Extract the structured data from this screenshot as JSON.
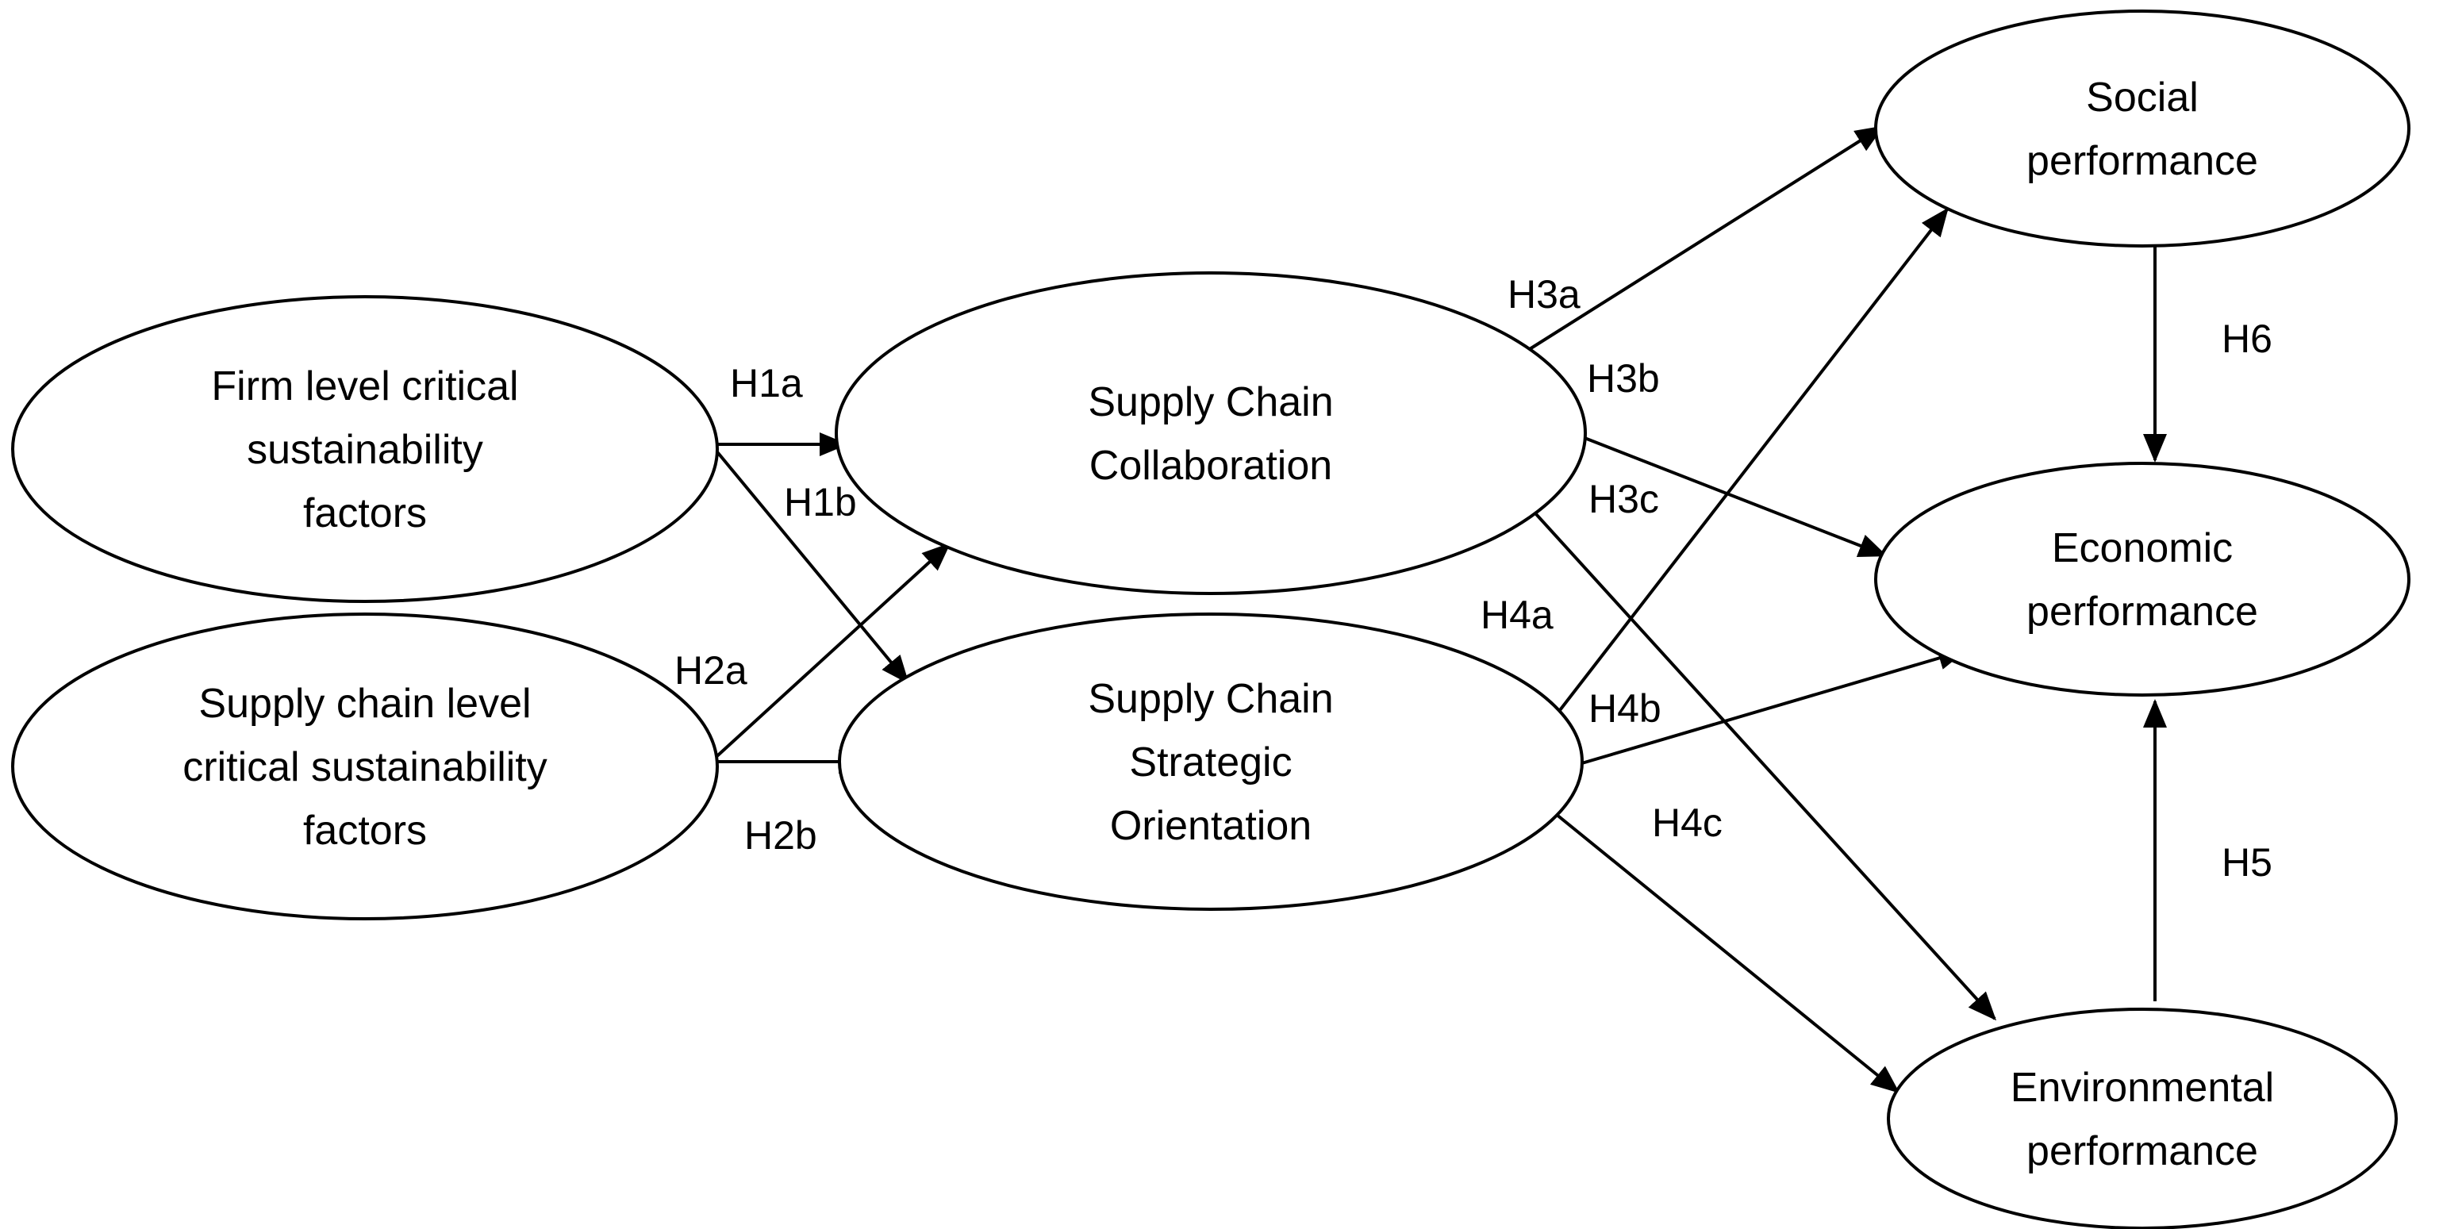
{
  "nodes": {
    "firm": {
      "lines": [
        "Firm level critical",
        "sustainability",
        "factors"
      ]
    },
    "sc_level": {
      "lines": [
        "Supply chain level",
        "critical sustainability",
        "factors"
      ]
    },
    "collab": {
      "lines": [
        "Supply Chain",
        "Collaboration"
      ]
    },
    "orient": {
      "lines": [
        "Supply Chain",
        "Strategic",
        "Orientation"
      ]
    },
    "social": {
      "lines": [
        "Social",
        "performance"
      ]
    },
    "economic": {
      "lines": [
        "Economic",
        "performance"
      ]
    },
    "environmental": {
      "lines": [
        "Environmental",
        "performance"
      ]
    }
  },
  "edges": [
    {
      "id": "h1a",
      "label": "H1a",
      "from": "firm",
      "to": "collab"
    },
    {
      "id": "h1b",
      "label": "H1b",
      "from": "firm",
      "to": "orient"
    },
    {
      "id": "h2a",
      "label": "H2a",
      "from": "sc_level",
      "to": "collab"
    },
    {
      "id": "h2b",
      "label": "H2b",
      "from": "sc_level",
      "to": "orient"
    },
    {
      "id": "h3a",
      "label": "H3a",
      "from": "collab",
      "to": "social"
    },
    {
      "id": "h3b",
      "label": "H3b",
      "from": "collab",
      "to": "economic"
    },
    {
      "id": "h3c",
      "label": "H3c",
      "from": "collab",
      "to": "environmental"
    },
    {
      "id": "h4a",
      "label": "H4a",
      "from": "orient",
      "to": "social"
    },
    {
      "id": "h4b",
      "label": "H4b",
      "from": "orient",
      "to": "economic"
    },
    {
      "id": "h4c",
      "label": "H4c",
      "from": "orient",
      "to": "environmental"
    },
    {
      "id": "h5",
      "label": "H5",
      "from": "environmental",
      "to": "economic"
    },
    {
      "id": "h6",
      "label": "H6",
      "from": "social",
      "to": "economic"
    }
  ]
}
